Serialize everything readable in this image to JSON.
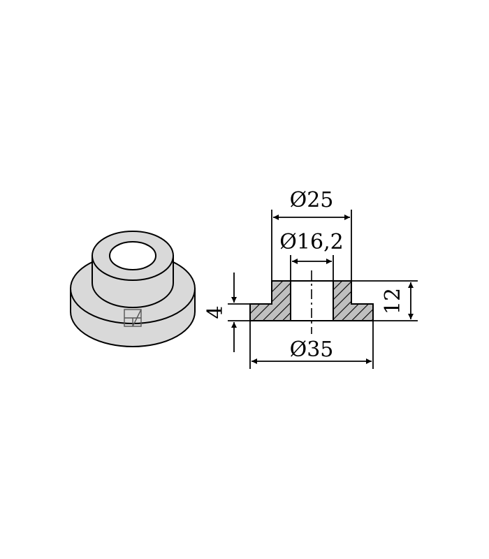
{
  "dimensions": {
    "outer_top_diameter": "Ø25",
    "bore_diameter": "Ø16,2",
    "base_diameter": "Ø35",
    "flange_height": "4",
    "total_height": "12"
  },
  "colors": {
    "part_fill": "#d9d9d9",
    "hatch_fill": "#bfbfbf",
    "line": "#000000",
    "background": "#ffffff"
  },
  "icons": {
    "logo": "brand-logo-icon"
  }
}
